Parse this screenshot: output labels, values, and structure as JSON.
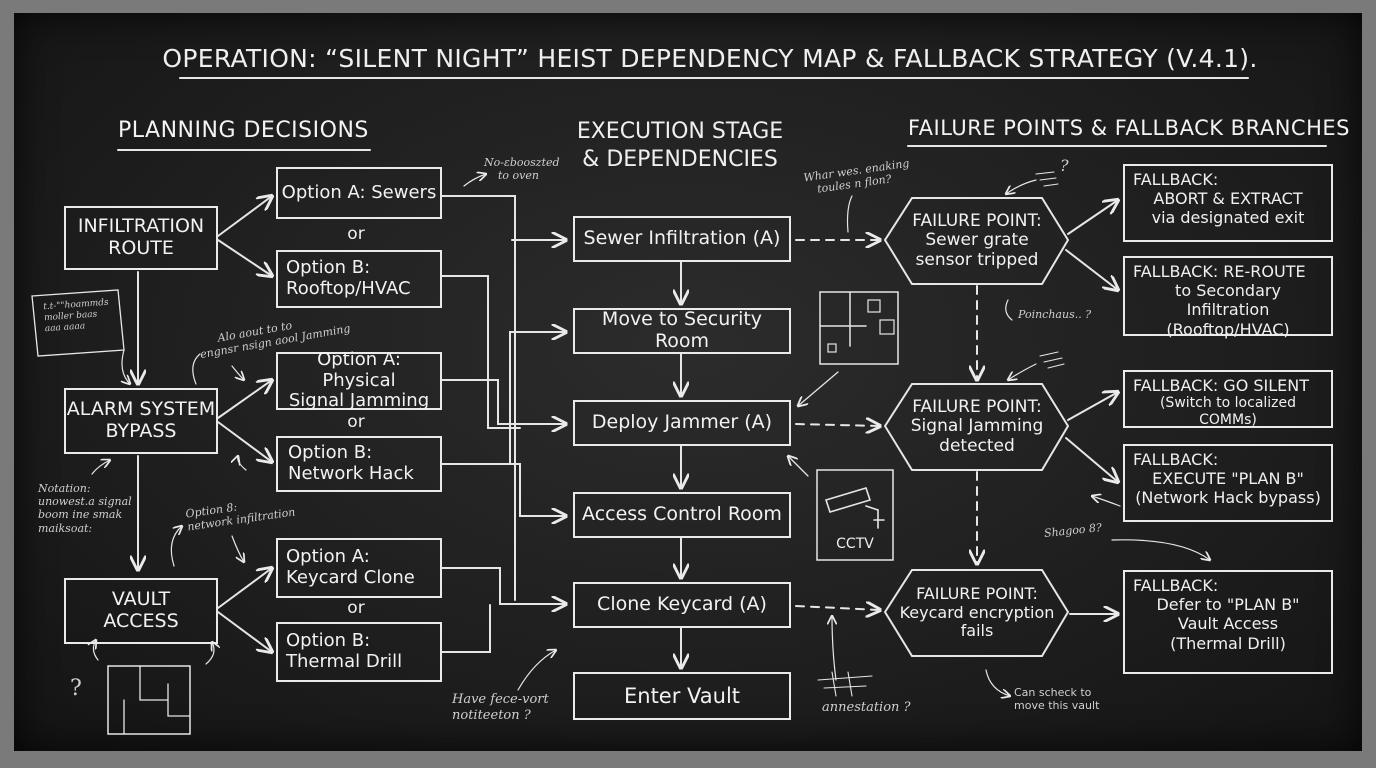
{
  "title": "OPERATION: “SILENT NIGHT” HEIST DEPENDENCY MAP & FALLBACK STRATEGY (V.4.1).",
  "headers": {
    "planning": "PLANNING DECISIONS",
    "execution_1": "EXECUTION STAGE",
    "execution_2": "& DEPENDENCIES",
    "failure": "FAILURE POINTS & FALLBACK BRANCHES"
  },
  "decisions": [
    {
      "l1": "INFILTRATION",
      "l2": "ROUTE"
    },
    {
      "l1": "ALARM SYSTEM",
      "l2": "BYPASS"
    },
    {
      "l1": "VAULT",
      "l2": "ACCESS"
    }
  ],
  "options": [
    {
      "l1": "Option A: Sewers",
      "l2": ""
    },
    {
      "l1": "Option B:",
      "l2": "Rooftop/HVAC"
    },
    {
      "l1": "Option A: Physical",
      "l2": "Signal Jamming"
    },
    {
      "l1": "Option B:",
      "l2": "Network Hack"
    },
    {
      "l1": "Option A:",
      "l2": "Keycard Clone"
    },
    {
      "l1": "Option B:",
      "l2": "Thermal Drill"
    }
  ],
  "or_label": "or",
  "stages": [
    "Sewer Infiltration (A)",
    "Move to Security Room",
    "Deploy Jammer (A)",
    "Access Control Room",
    "Clone Keycard (A)",
    "Enter Vault"
  ],
  "failures": [
    {
      "head": "FAILURE POINT:",
      "l1": "Sewer grate",
      "l2": "sensor tripped"
    },
    {
      "head": "FAILURE POINT:",
      "l1": "Signal Jamming",
      "l2": "detected"
    },
    {
      "head": "FAILURE POINT:",
      "l1": "Keycard encryption",
      "l2": "fails"
    }
  ],
  "fallbacks": [
    {
      "head": "FALLBACK:",
      "rest": "",
      "l1": "ABORT & EXTRACT",
      "l2": "via designated exit"
    },
    {
      "head": "FALLBACK:",
      "rest": " RE-ROUTE",
      "l1": "to Secondary Infiltration",
      "l2": "(Rooftop/HVAC)"
    },
    {
      "head": "FALLBACK:",
      "rest": " GO SILENT",
      "l1": "(Switch to localized COMMs)",
      "l2": ""
    },
    {
      "head": "FALLBACK:",
      "rest": "",
      "l1": "EXECUTE \"PLAN B\"",
      "l2": "(Network Hack bypass)"
    },
    {
      "head": "FALLBACK:",
      "rest": "",
      "l1": "Defer to \"PLAN B\"",
      "l2": "Vault Access",
      "l3": "(Thermal Drill)"
    }
  ],
  "cctv_label": "CCTV",
  "notes": {
    "n1a": "No-ɛbooszted",
    "n1b": "to oven",
    "n2a": "Whar wes. enaking",
    "n2b": "toules n flon?",
    "n3": "? ",
    "n4a": "Alo aout to to",
    "n4b": "engnsr nsign aool Jamming",
    "n5a": "Notation:",
    "n5b": "unowest.a signal",
    "n5c": "boom ine smak",
    "n5d": "maiksoat:",
    "n6a": "Option 8:",
    "n6b": "network infiltration",
    "n7a": "Have fece-vort",
    "n7b": "notiteeton ?",
    "n8": "Poinchaus.. ?",
    "n9": "Shagoo 8?",
    "n10a": "Can scheck to",
    "n10b": "move this vault",
    "n11": "annestation ?",
    "n12a": "t.t-\"\"hoammds",
    "n12b": "moller baas",
    "n12c": "aaa aaaa",
    "q1": "?"
  },
  "colors": {
    "chalk": "#eaeaea",
    "board": "#1f1f1f",
    "frame": "#7a7a7a"
  }
}
